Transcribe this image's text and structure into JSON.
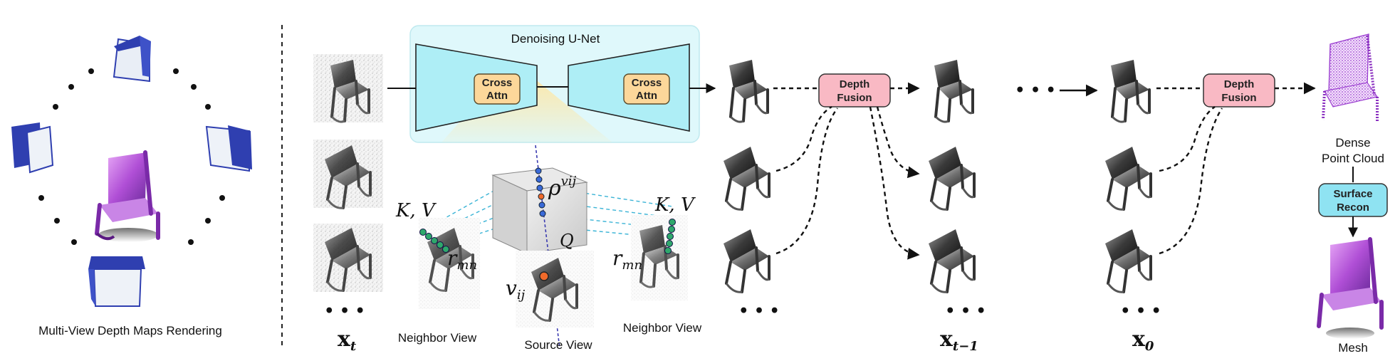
{
  "left_panel": {
    "caption": "Multi-View Depth Maps Rendering"
  },
  "unet": {
    "title": "Denoising U-Net",
    "cross_attn_line1": "Cross",
    "cross_attn_line2": "Attn"
  },
  "attention": {
    "kv_label": "K, V",
    "q_label": "Q",
    "rho_label": "ρ",
    "rho_sup": "vij",
    "r_label": "r",
    "r_sub": "mn",
    "v_label": "v",
    "v_sub": "ij",
    "neighbor_view": "Neighbor View",
    "source_view": "Source View"
  },
  "depth_fusion": {
    "line1": "Depth",
    "line2": "Fusion"
  },
  "surface_recon": {
    "line1": "Surface",
    "line2": "Recon"
  },
  "outputs": {
    "dense_line1": "Dense",
    "dense_line2": "Point Cloud",
    "mesh": "Mesh"
  },
  "symbols": {
    "ellipsis": "• • •",
    "x": "x",
    "xt_sub": "t",
    "xt1_sub": "t−1",
    "x0_sub": "0"
  },
  "colors": {
    "unet_fill": "#aeeef6",
    "unet_bg": "#dff8fb",
    "cross_attn": "#fcd79a",
    "depth_fusion": "#f9b9c4",
    "surface_recon": "#8fe3f2",
    "camera_blue": "#2f3fb0",
    "chair_purple": "#b04fd6",
    "point_green": "#2fa86b",
    "point_red": "#f06a2a",
    "beam": "#3bb4d6"
  }
}
